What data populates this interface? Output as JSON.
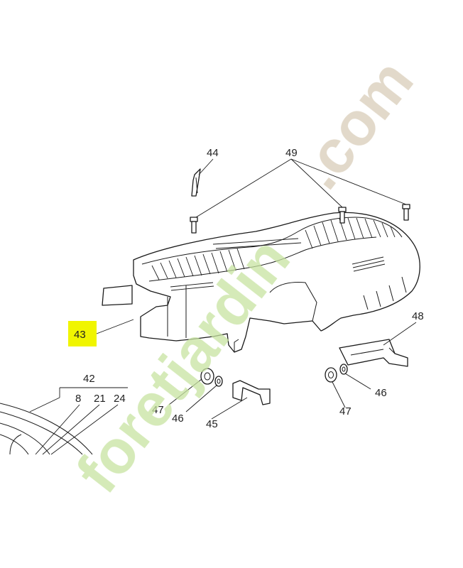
{
  "labels": {
    "p44": "44",
    "p49": "49",
    "p43": "43",
    "p48": "48",
    "p42": "42",
    "p8": "8",
    "p21": "21",
    "p24": "24",
    "p47a": "47",
    "p46a": "46",
    "p45": "45",
    "p46b": "46",
    "p47b": "47"
  },
  "highlight_color": "#f0f500",
  "watermark": {
    "text_green": "foretjardin",
    "text_tan": ".com",
    "color_green": "#c7e3a0",
    "color_tan": "#d9cdb8"
  }
}
